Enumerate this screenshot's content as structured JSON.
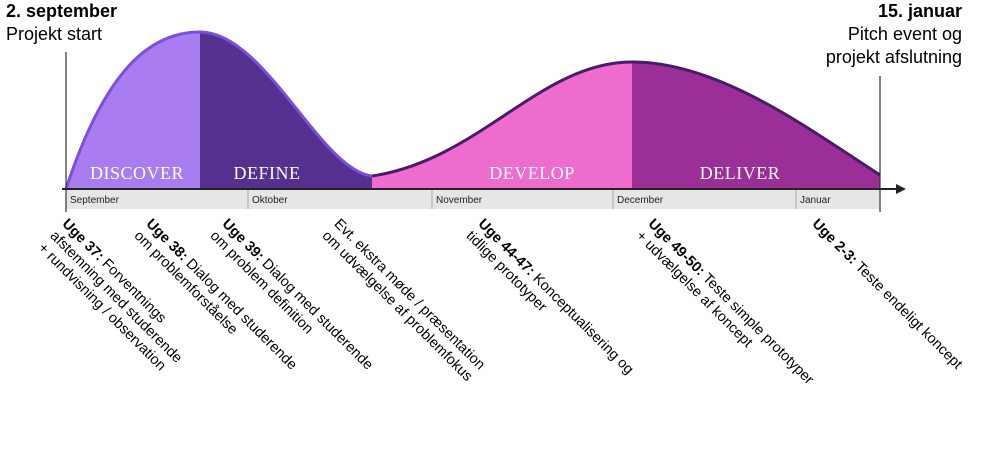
{
  "start": {
    "date": "2. september",
    "text": "Projekt start"
  },
  "end": {
    "date": "15. januar",
    "lines": [
      "Pitch event og",
      "projekt afslutning"
    ]
  },
  "phases": [
    {
      "label": "DISCOVER",
      "color": "#a97cf0"
    },
    {
      "label": "DEFINE",
      "color": "#55308f"
    },
    {
      "label": "DEVELOP",
      "color": "#ef6ccf"
    },
    {
      "label": "DELIVER",
      "color": "#9b2f97"
    }
  ],
  "outline_colors": {
    "first_wave": "#7a4fe0",
    "second_wave": "#4a1a6e"
  },
  "months": [
    "September",
    "Oktober",
    "November",
    "December",
    "Januar"
  ],
  "notes": [
    {
      "week": "Uge 37:",
      "lines": [
        " Forventnings",
        "afstemning med studerende",
        "+ rundvisning / observation"
      ]
    },
    {
      "week": "Uge 38:",
      "lines": [
        " Dialog med studerende",
        "om problemforståelse"
      ]
    },
    {
      "week": "Uge 39:",
      "lines": [
        " Dialog med studerende",
        "om problem definition"
      ]
    },
    {
      "week": "",
      "lines": [
        "Evt. ekstra møde / præsentation",
        "om udvælgelse af problemfokus"
      ]
    },
    {
      "week": "Uge 44-47:",
      "lines": [
        " Konceptualisering og",
        "tidlige prototyper"
      ]
    },
    {
      "week": "Uge 49-50:",
      "lines": [
        " Teste simple prototyper",
        "+ udvælgelse af koncept"
      ]
    },
    {
      "week": "Uge 2-3:",
      "lines": [
        " Teste endeligt koncept"
      ]
    }
  ]
}
